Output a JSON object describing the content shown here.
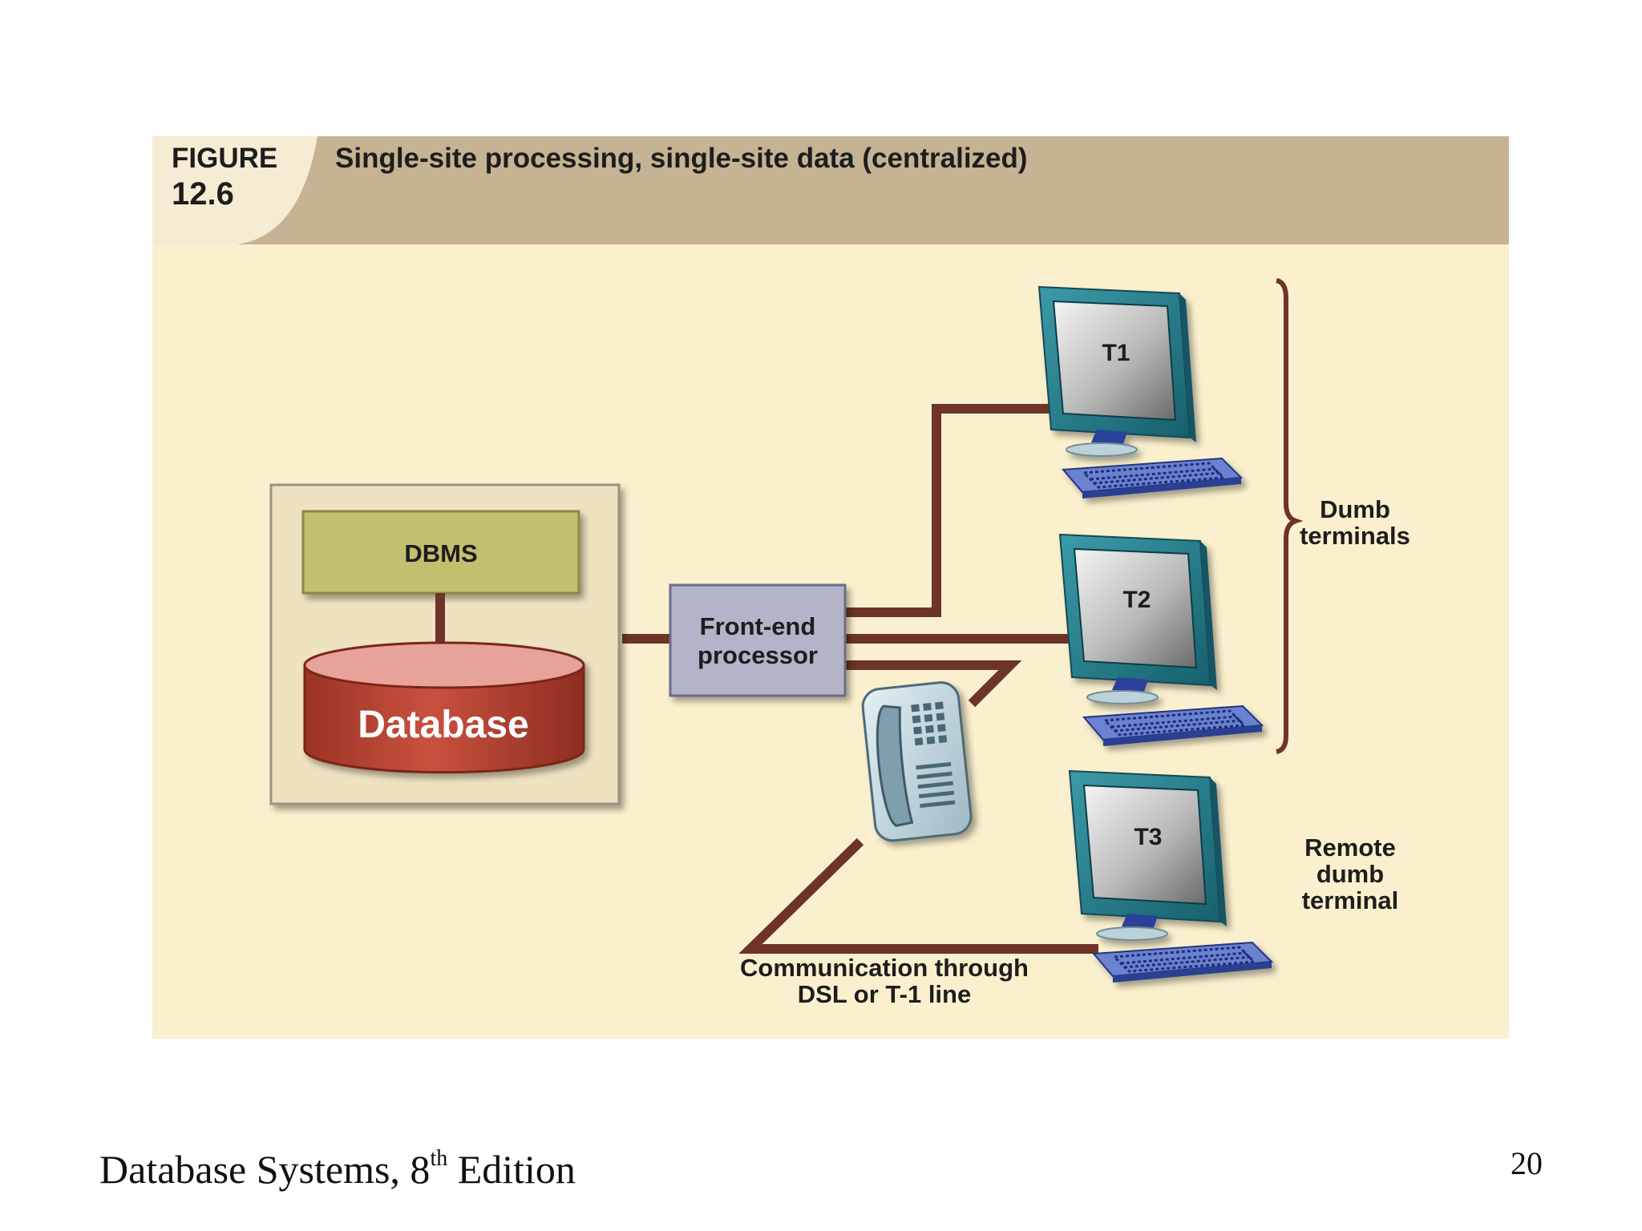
{
  "figure": {
    "label_word": "FIGURE",
    "label_number": "12.6",
    "title": "Single-site processing, single-site data (centralized)"
  },
  "nodes": {
    "dbms": "DBMS",
    "database": "Database",
    "front_end_line1": "Front-end",
    "front_end_line2": "processor"
  },
  "terminals": {
    "t1": "T1",
    "t2": "T2",
    "t3": "T3"
  },
  "labels": {
    "dumb_terminals": [
      "Dumb",
      "terminals"
    ],
    "remote_dumb_terminal": [
      "Remote",
      "dumb",
      "terminal"
    ],
    "communication": [
      "Communication through",
      "DSL or T-1 line"
    ]
  },
  "footer": {
    "book_title": "Database Systems, 8",
    "edition_sup": "th",
    "edition_word": " Edition",
    "page_number": "20"
  },
  "colors": {
    "header_band": "#c6b393",
    "panel_background": "#fbf0cd",
    "connector": "#6e3425",
    "dbms_box": "#c2bf6e",
    "database_cylinder": "#c1493a",
    "front_end_box": "#b3b3c9",
    "monitor_frame": "#1f7d8c"
  }
}
